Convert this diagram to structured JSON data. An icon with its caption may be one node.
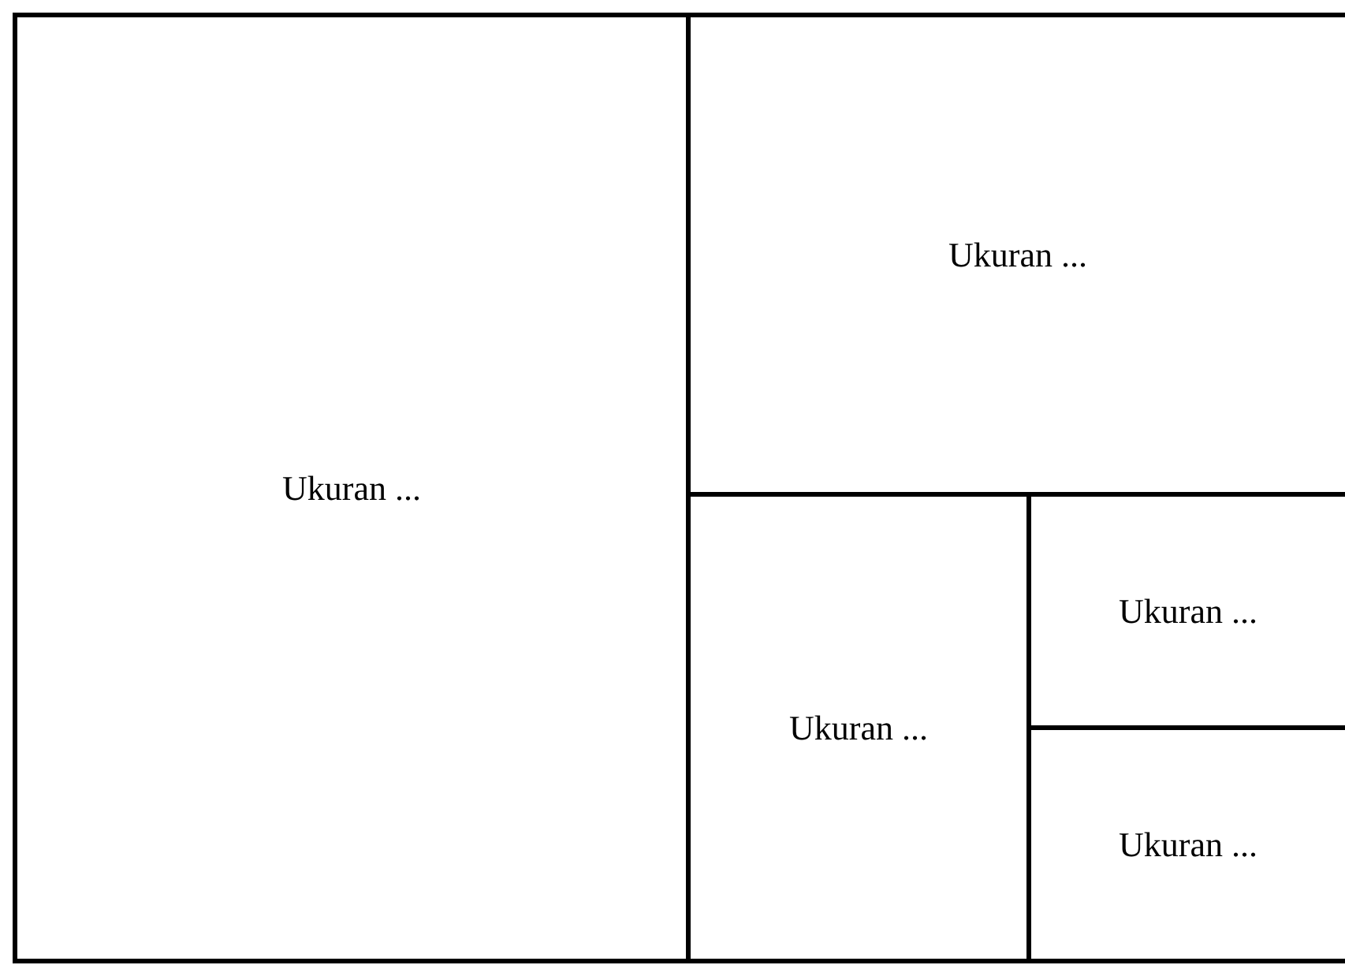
{
  "diagram": {
    "nodes": [
      {
        "text": [
          "Ukuran ..."
        ]
      },
      {
        "text": [
          "Ukuran ..."
        ]
      },
      {
        "text": [
          "Ukuran ..."
        ]
      },
      {
        "text": [
          "Ukuran ..."
        ]
      },
      {
        "text": [
          "Ukuran ..."
        ]
      }
    ]
  }
}
